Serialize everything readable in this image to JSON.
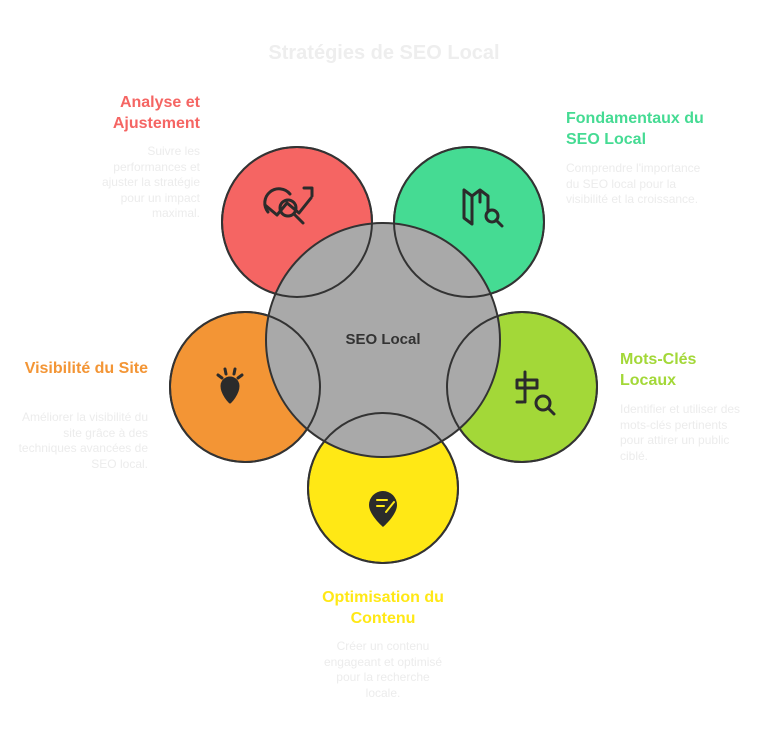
{
  "title": "Stratégies de SEO Local",
  "center": {
    "label": "SEO Local",
    "color": "#A9A9A9"
  },
  "items": [
    {
      "title": "Analyse et Ajustement",
      "desc": "Suivre les performances et ajuster la stratégie pour un impact maximal.",
      "color": "#F56563",
      "icon": "chart-search-icon"
    },
    {
      "title": "Fondamentaux du SEO Local",
      "desc": "Comprendre l'importance du SEO local pour la visibilité et la croissance.",
      "color": "#45DB93",
      "icon": "map-search-icon"
    },
    {
      "title": "Visibilité du Site",
      "desc": "Améliorer la visibilité du site grâce à des techniques avancées de SEO local.",
      "color": "#F39535",
      "icon": "location-pin-shine-icon"
    },
    {
      "title": "Mots-Clés Locaux",
      "desc": "Identifier et utiliser des mots-clés pertinents pour attirer un public ciblé.",
      "color": "#A3D838",
      "icon": "keyword-search-icon"
    },
    {
      "title": "Optimisation du Contenu",
      "desc": "Créer un contenu engageant et optimisé pour la recherche locale.",
      "color": "#FFE815",
      "icon": "content-edit-pin-icon"
    }
  ]
}
